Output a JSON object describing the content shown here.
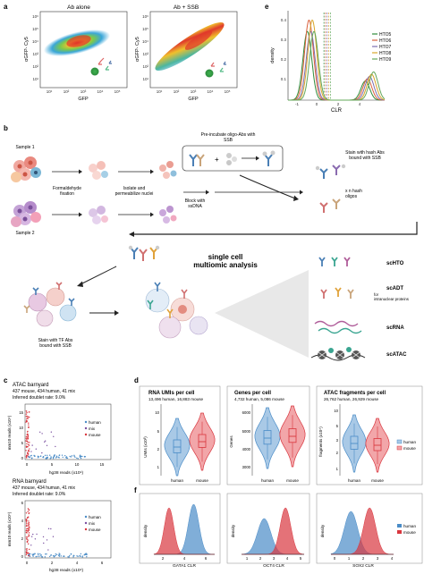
{
  "figure": {
    "letters": [
      "a",
      "b",
      "c",
      "d",
      "e",
      "f"
    ]
  },
  "panel_a": {
    "titles": [
      "Ab alone",
      "Ab + SSB"
    ],
    "ylabel": "αGFP- Cy5",
    "xlabel": "GFP",
    "xticks": [
      "10¹",
      "10²",
      "10³",
      "10⁴",
      "10⁵"
    ],
    "yticks": [
      "10⁶",
      "10⁵",
      "10⁴",
      "10³",
      "10²",
      "10¹"
    ]
  },
  "panel_c": {
    "chart_data": {
      "type": "line",
      "ylabel": "density",
      "xlabel": "CLR",
      "xticks": [
        "-1",
        "0",
        "2",
        "4"
      ],
      "yticks": [
        "0.1",
        "0.2",
        "0.3",
        "0.4"
      ],
      "legend": "top-right",
      "series": [
        {
          "name": "HTO5",
          "color": "#2e8b3a"
        },
        {
          "name": "HTO6",
          "color": "#d9603b"
        },
        {
          "name": "HTO7",
          "color": "#7b6db0"
        },
        {
          "name": "HTO8",
          "color": "#d8a62b"
        },
        {
          "name": "HTO9",
          "color": "#63a85a"
        }
      ]
    }
  },
  "panel_b": {
    "sample1": "Sample 1",
    "sample2": "Sample 2",
    "step_fix": "Formaldehyde fixation",
    "step_isolate": "Isolate and permeabilize nuclei",
    "step_preincubate": "Pre-incubate oligo-Abs with SSB",
    "step_block": "Block with ssDNA",
    "step_hash": "Stain with hash Abs bound with SSB",
    "hash_oligos": "x n hash oligos",
    "step_tf": "Stain with TF Abs bound with SSB",
    "center_title": "single cell multiomic analysis",
    "outputs": [
      "scHTO",
      "scADT",
      "scRNA",
      "scATAC"
    ],
    "scadt_sub": "for intranuclear proteins"
  },
  "panel_d": {
    "atac": {
      "title": "ATAC barnyard",
      "counts": "437 mouse, 434 human, 41 mix",
      "doublet": "Inferred doublet rate: 9.0%",
      "ylabel": "mm10 reads (x10⁴)",
      "xlabel": "hg38 reads (x10⁴)",
      "xticks": [
        "0",
        "5",
        "10",
        "15"
      ],
      "yticks": [
        "0",
        "5",
        "10",
        "15"
      ]
    },
    "rna": {
      "title": "RNA barnyard",
      "counts": "437 mouse, 434 human, 41 mix",
      "doublet": "Inferred doublet rate: 9.0%",
      "ylabel": "mm10 reads (x10⁴)",
      "xlabel": "hg38 reads (x10⁴)",
      "xticks": [
        "0",
        "2",
        "4",
        "6"
      ],
      "yticks": [
        "0",
        "2",
        "4",
        "6"
      ]
    },
    "legend": [
      "human",
      "mix",
      "mouse"
    ]
  },
  "panel_e": {
    "rna": {
      "title": "RNA UMIs per cell",
      "sub": "13,496 human, 16,883 mouse",
      "ylabel": "UMIs (x10³)",
      "yticks": [
        "10",
        "5",
        "2",
        "1"
      ]
    },
    "genes": {
      "title": "Genes per cell",
      "sub": "4,732 human, 5,086 mouse",
      "ylabel": "Genes",
      "yticks": [
        "6000",
        "5000",
        "4000",
        "3000"
      ]
    },
    "atac": {
      "title": "ATAC fragments per cell",
      "sub": "26,762 human, 26,929 mouse",
      "ylabel": "fragments (x10⁴)",
      "yticks": [
        "10",
        "5",
        "3",
        "2",
        "1"
      ]
    },
    "xcats": [
      "human",
      "mouse"
    ],
    "legend": [
      "human",
      "mouse"
    ]
  },
  "panel_f": {
    "ylabel": "density",
    "xlabels": [
      "GATA1 CLR",
      "OCT4 CLR",
      "SOX2 CLR"
    ],
    "xticks1": [
      "2",
      "4",
      "6"
    ],
    "xticks2": [
      "1",
      "2",
      "3",
      "4",
      "5"
    ],
    "xticks3": [
      "0",
      "1",
      "2",
      "3",
      "4"
    ],
    "legend": [
      "human",
      "mouse"
    ]
  },
  "colors": {
    "human": "#4a8cc7",
    "mouse": "#d9363e",
    "mix": "#7a4fa0"
  }
}
